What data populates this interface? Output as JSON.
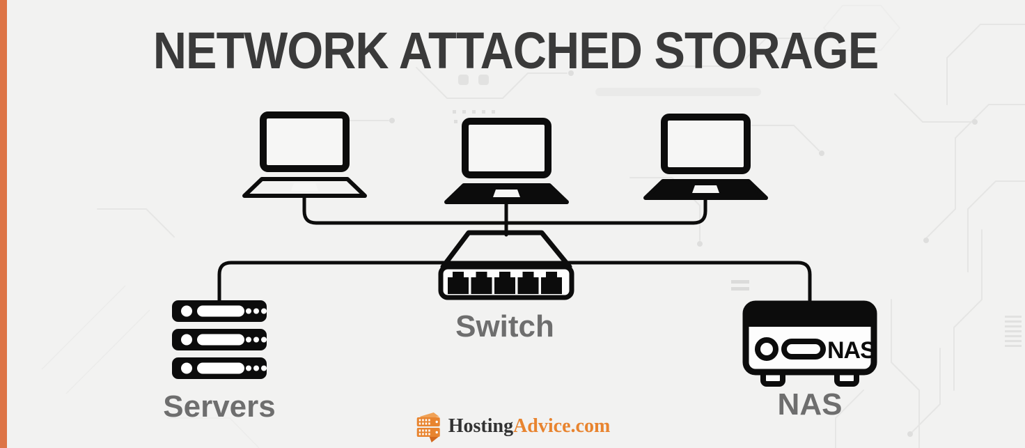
{
  "title": "NETWORK ATTACHED STORAGE",
  "diagram": {
    "nodes": [
      {
        "id": "laptop-1",
        "type": "laptop"
      },
      {
        "id": "laptop-2",
        "type": "laptop"
      },
      {
        "id": "laptop-3",
        "type": "laptop"
      },
      {
        "id": "switch",
        "type": "network-switch",
        "label": "Switch",
        "ports": 5
      },
      {
        "id": "servers",
        "type": "server-stack",
        "label": "Servers",
        "units": 3
      },
      {
        "id": "nas",
        "type": "nas-device",
        "label": "NAS",
        "device_text": "NAS"
      }
    ],
    "connections": [
      {
        "from": "laptop-1",
        "to": "switch"
      },
      {
        "from": "laptop-2",
        "to": "switch"
      },
      {
        "from": "laptop-3",
        "to": "switch"
      },
      {
        "from": "switch",
        "to": "servers"
      },
      {
        "from": "switch",
        "to": "nas"
      }
    ]
  },
  "footer": {
    "brand_dark": "Hosting",
    "brand_orange": "Advice.com"
  },
  "colors": {
    "background": "#f2f2f1",
    "accent_orange": "#dd7446",
    "icon_black": "#0c0c0c",
    "title_gray": "#3a3a3a",
    "label_gray": "#6e6e6e",
    "logo_orange": "#e8842f",
    "logo_dark": "#323232",
    "screen_fill": "#f6f6f5",
    "device_white": "#fdfdfd",
    "circuit_line": "#e4e4e3"
  }
}
